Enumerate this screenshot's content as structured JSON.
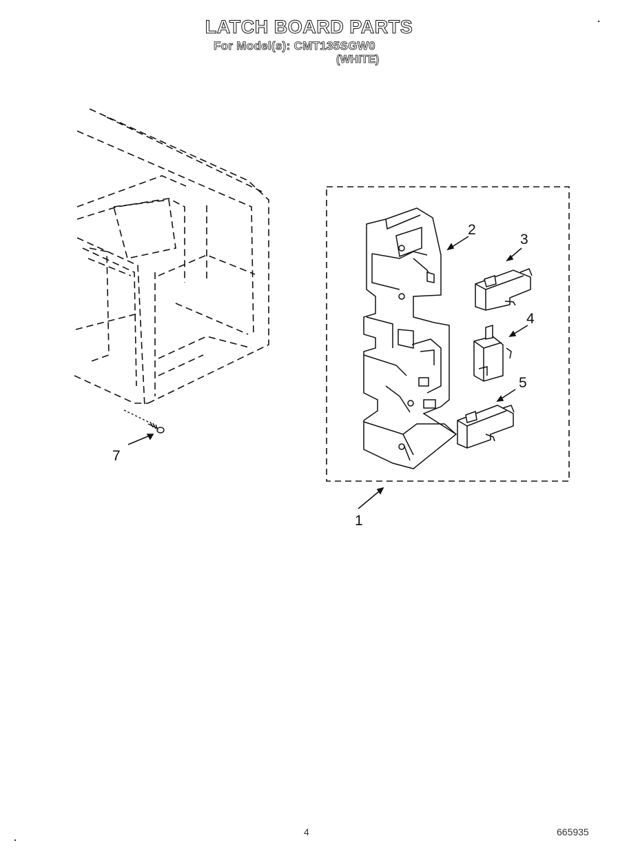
{
  "header": {
    "title": "LATCH BOARD PARTS",
    "model_line": "For Model(s): CMT135SGW0",
    "color_line": "(WHITE)"
  },
  "callouts": [
    "1",
    "2",
    "3",
    "4",
    "5",
    "7"
  ],
  "footer": {
    "page_number": "4",
    "doc_number": "665935"
  }
}
